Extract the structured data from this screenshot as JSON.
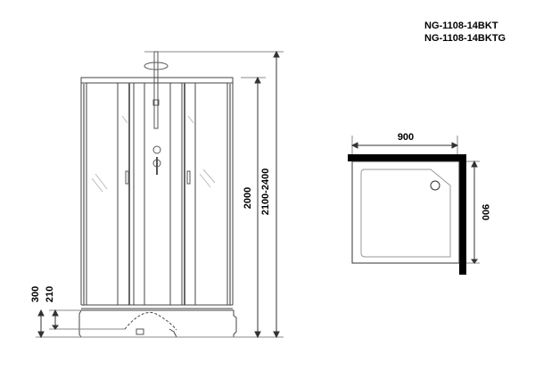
{
  "models": [
    "NG-1108-14BKT",
    "NG-1108-14BKTG"
  ],
  "front_view": {
    "dimensions": {
      "total_height": "2100-2400",
      "cabin_height": "2000",
      "tray_height": "300",
      "tray_inner_height": "210"
    }
  },
  "plan_view": {
    "dimensions": {
      "width": "900",
      "depth": "900"
    }
  },
  "colors": {
    "line": "#333333",
    "wall": "#000000",
    "background": "#ffffff"
  }
}
